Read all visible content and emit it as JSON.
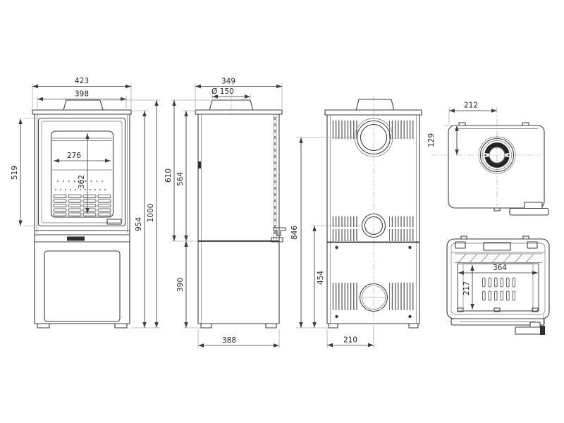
{
  "drawing": {
    "background_color": "#ffffff",
    "line_color": "#3e3e3e",
    "views": {
      "front": {
        "dims": {
          "overall_width": "423",
          "body_width": "398",
          "glass_width": "276",
          "door_height": "519",
          "door_inner_height": "362",
          "body_height": "954",
          "overall_height": "1000"
        }
      },
      "side": {
        "dims": {
          "depth": "349",
          "flue_diameter": "Ø 150",
          "collar_to_base": "610",
          "top_to_base": "564",
          "base_height": "390",
          "base_depth": "388"
        }
      },
      "back": {
        "dims": {
          "flue_center_height": "846",
          "outlet_center_height": "454",
          "center_offset": "210"
        }
      },
      "top": {
        "dims": {
          "flue_center_from_left": "212",
          "flue_center_from_front": "129"
        }
      },
      "firebox": {
        "dims": {
          "width": "364",
          "height": "217"
        }
      }
    }
  }
}
